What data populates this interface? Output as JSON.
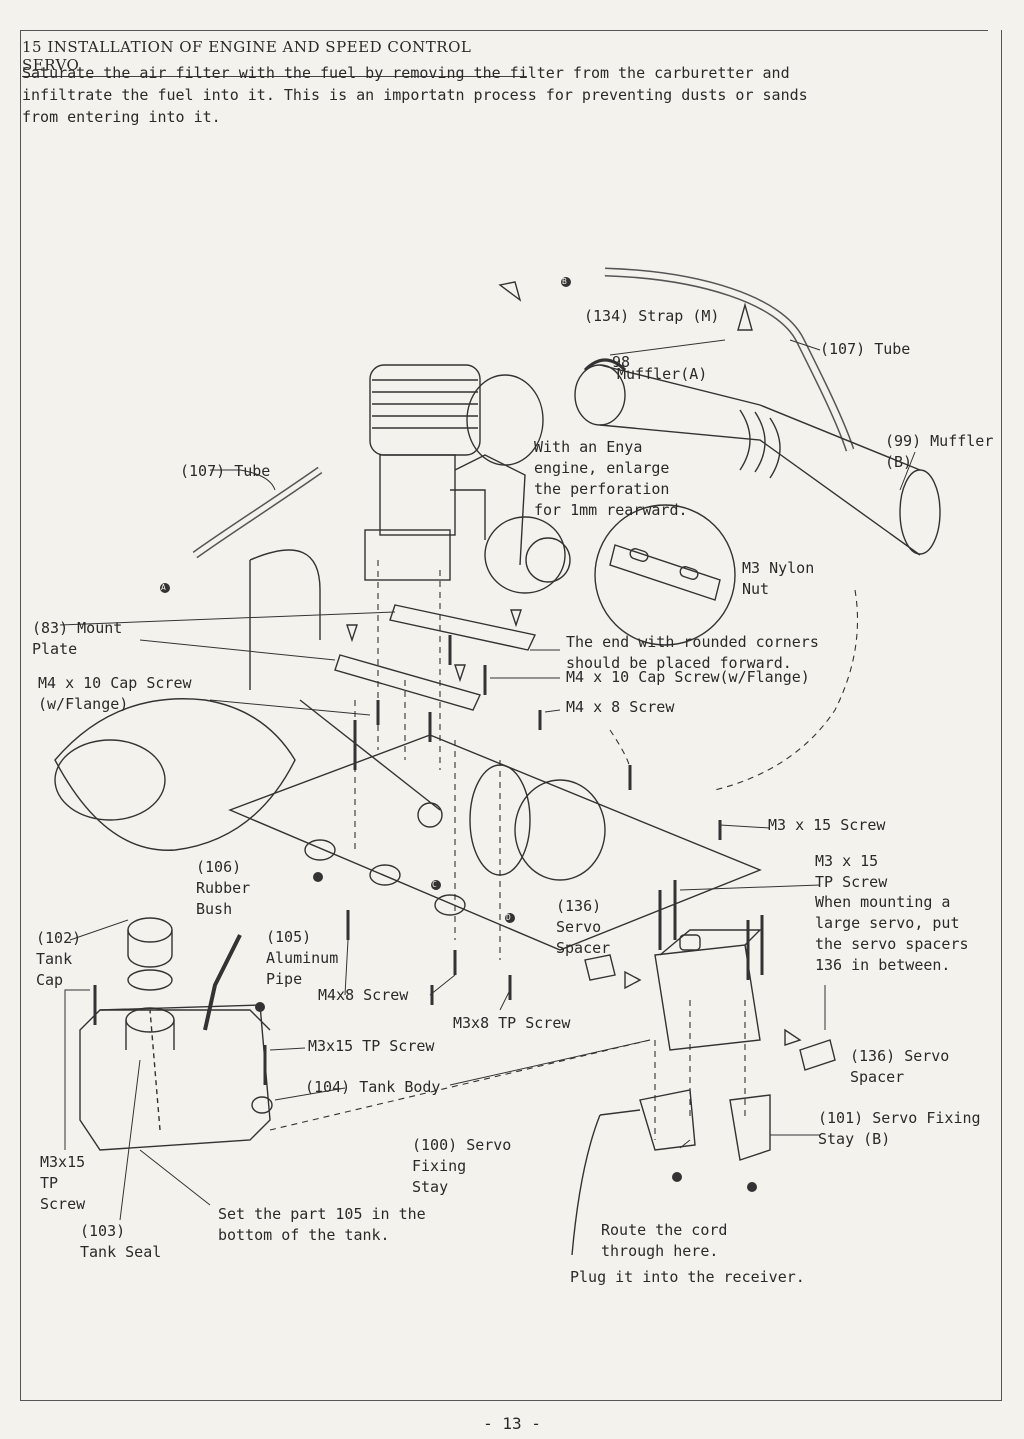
{
  "section_title": "15 INSTALLATION OF ENGINE AND SPEED CONTROL SERVO",
  "intro_text": "Saturate the air filter with the  fuel by removing the filter from the carburetter and\ninfiltrate the fuel into it.  This is an importatn process for preventing dusts or sands\nfrom entering into it.",
  "labels": {
    "strap": "Strap (M)",
    "strap_num": "134",
    "muffler_a": "Muffler(A)",
    "muffler_a_num": "98",
    "tube_top": "Tube",
    "tube_top_num": "107",
    "muffler_b": "Muffler\n(B)",
    "muffler_b_num": "99",
    "tube_left": "Tube",
    "tube_left_num": "107",
    "enya_note": "With an Enya\nengine, enlarge\nthe perforation\nfor 1mm rearward.",
    "nylon_nut": "M3 Nylon\nNut",
    "mount_plate": "Mount\nPlate",
    "mount_plate_num": "83",
    "cap_screw_left": "M4 x 10 Cap Screw\n(w/Flange)",
    "rounded_corners": "The end with rounded corners\nshould be placed forward.",
    "cap_screw_right": "M4 x 10 Cap Screw(w/Flange)",
    "m4x8": "M4 x 8 Screw",
    "m3x15": "M3 x 15 Screw",
    "m3x15_tp": "M3 x 15\nTP Screw",
    "servo_note": "When mounting a\nlarge servo, put\nthe servo spacers\n136 in between.",
    "rubber_bush": "Rubber\nBush",
    "rubber_bush_num": "106",
    "servo_spacer_mid": "Servo\nSpacer",
    "servo_spacer_mid_num": "136",
    "tank_cap": "Tank\nCap",
    "tank_cap_num": "102",
    "aluminum_pipe": "Aluminum\nPipe",
    "aluminum_pipe_num": "105",
    "m4x8_screw": "M4x8 Screw",
    "m3x8_tp": "M3x8 TP Screw",
    "servo_spacer_right": "Servo\nSpacer",
    "servo_spacer_right_num": "136",
    "m3x15_tp_screw": "M3x15 TP Screw",
    "tank_body": "Tank Body",
    "tank_body_num": "104",
    "servo_fixing_stay_b": "Servo Fixing\nStay (B)",
    "servo_fixing_stay_b_num": "101",
    "m3x15_tp_left": "M3x15\nTP\nScrew",
    "servo_fixing_stay": "Servo\nFixing\nStay",
    "servo_fixing_stay_num": "100",
    "tank_seal": "Tank Seal",
    "tank_seal_num": "103",
    "set_part": "Set the part 105 in the\nbottom of the tank.",
    "route_cord": "Route the cord\nthrough here.",
    "plug_receiver": "Plug it into the receiver.",
    "marker_a": "A",
    "marker_b": "B",
    "marker_c": "C",
    "marker_d": "D"
  },
  "page_number": "-  13  -"
}
